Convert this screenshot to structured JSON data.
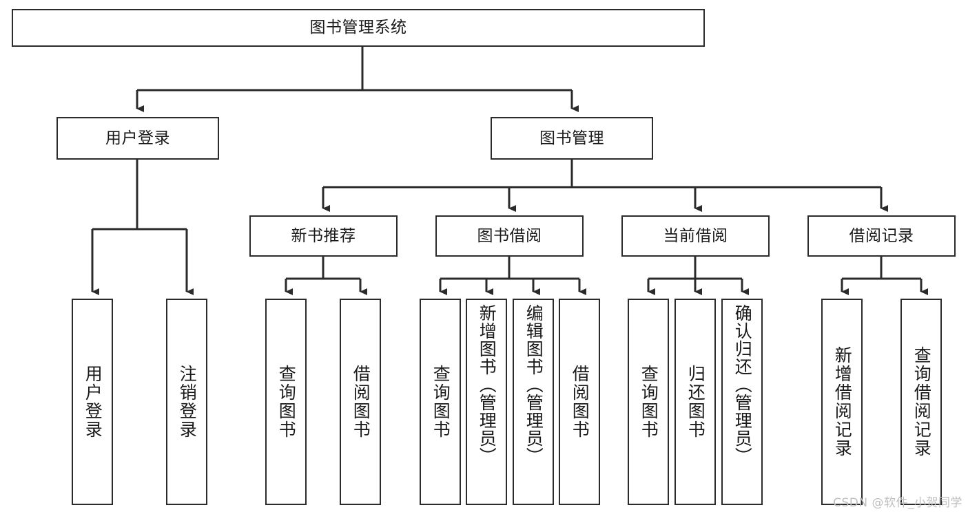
{
  "diagram": {
    "title_node": {
      "label": "图书管理系统"
    },
    "level2": [
      {
        "id": "user-login",
        "label": "用户登录"
      },
      {
        "id": "book-management",
        "label": "图书管理"
      }
    ],
    "level3": [
      {
        "id": "new-book-recommend",
        "label": "新书推荐"
      },
      {
        "id": "book-borrow",
        "label": "图书借阅"
      },
      {
        "id": "current-borrow",
        "label": "当前借阅"
      },
      {
        "id": "borrow-record",
        "label": "借阅记录"
      }
    ],
    "leaves": {
      "user_login": [
        {
          "id": "leaf-user-login",
          "label": "用户登录"
        },
        {
          "id": "leaf-logout-login",
          "label": "注销登录"
        }
      ],
      "new_book_recommend": [
        {
          "id": "leaf-query-book-1",
          "label": "查询图书"
        },
        {
          "id": "leaf-borrow-book-1",
          "label": "借阅图书"
        }
      ],
      "book_borrow": [
        {
          "id": "leaf-query-book-2",
          "label": "查询图书"
        },
        {
          "id": "leaf-add-book-admin",
          "label": "新增图书（管理员）"
        },
        {
          "id": "leaf-edit-book-admin",
          "label": "编辑图书（管理员）"
        },
        {
          "id": "leaf-borrow-book-2",
          "label": "借阅图书"
        }
      ],
      "current_borrow": [
        {
          "id": "leaf-query-book-3",
          "label": "查询图书"
        },
        {
          "id": "leaf-return-book",
          "label": "归还图书"
        },
        {
          "id": "leaf-confirm-return-admin",
          "label": "确认归还（管理员）"
        }
      ],
      "borrow_record": [
        {
          "id": "leaf-add-borrow-record",
          "label": "新增借阅记录"
        },
        {
          "id": "leaf-query-borrow-record",
          "label": "查询借阅记录"
        }
      ]
    },
    "watermark": {
      "text": "CSDN @软件_小贺同学"
    },
    "colors": {
      "stroke": "#2b2b2b",
      "box_fill": "#ffffff",
      "text": "#1a1a1a",
      "watermark": "#bfbfbf",
      "background": "#ffffff"
    }
  }
}
